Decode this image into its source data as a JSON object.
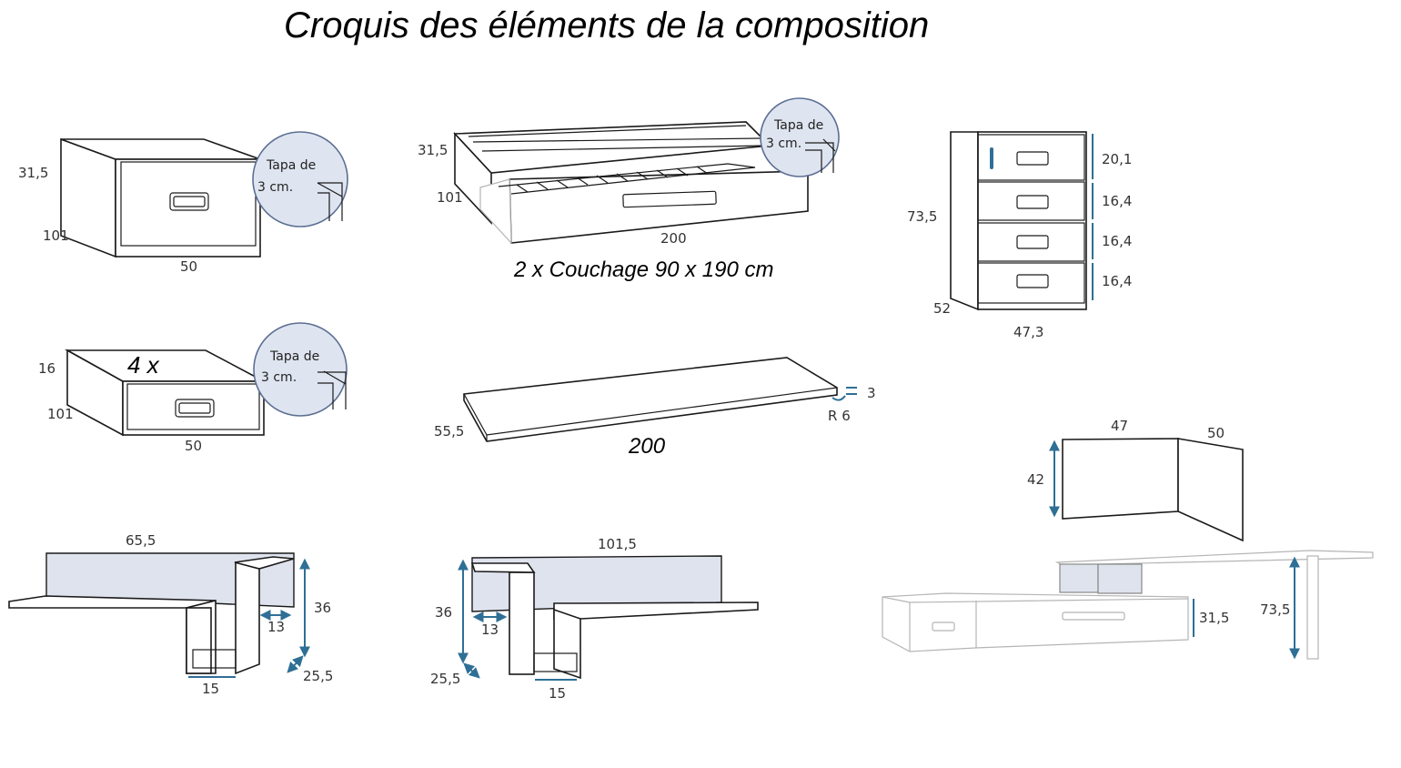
{
  "title": "Croquis des éléments de la composition",
  "detail_label": {
    "line1": "Tapa de",
    "line2": "3 cm."
  },
  "module_bed_base": {
    "height": "31,5",
    "depth": "101",
    "width": "50"
  },
  "module_trundle_bed": {
    "height": "31,5",
    "depth": "101",
    "length": "200",
    "caption": "2 x Couchage 90 x 190 cm"
  },
  "module_chest": {
    "height": "73,5",
    "depth": "52",
    "width": "47,3",
    "drawers": [
      "20,1",
      "16,4",
      "16,4",
      "16,4"
    ]
  },
  "module_drawer": {
    "quantity": "4 x",
    "height": "16",
    "depth": "101",
    "width": "50"
  },
  "module_desk_top": {
    "depth": "55,5",
    "length": "200",
    "thickness": "3",
    "radius": "R 6"
  },
  "module_shelf_left": {
    "width": "65,5",
    "height": "36",
    "depth": "25,5",
    "inner": "13",
    "base": "15"
  },
  "module_shelf_right": {
    "width": "101,5",
    "height": "36",
    "depth": "25,5",
    "inner": "13",
    "base": "15"
  },
  "module_corner_panel": {
    "height": "42",
    "width_a": "47",
    "width_b": "50"
  },
  "module_assembly": {
    "height_base": "31,5",
    "height_total": "73,5"
  }
}
